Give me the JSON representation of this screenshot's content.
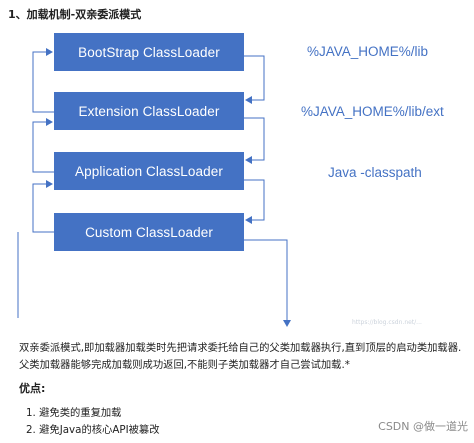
{
  "heading": "1、加载机制-双亲委派模式",
  "boxes": [
    {
      "label": "BootStrap ClassLoader",
      "path": "%JAVA_HOME%/lib"
    },
    {
      "label": "Extension ClassLoader",
      "path": "%JAVA_HOME%/lib/ext"
    },
    {
      "label": "Application ClassLoader",
      "path": "Java -classpath"
    },
    {
      "label": "Custom ClassLoader",
      "path": ""
    }
  ],
  "colors": {
    "box": "#4472c4",
    "path_text": "#4472c4",
    "arrow": "#4472c4"
  },
  "description": [
    "双亲委派模式,即加载器加载类时先把请求委托给自己的父类加载器执行,直到顶层的启动类加载器.",
    "父类加载器能够完成加载则成功返回,不能则子类加载器才自己尝试加载.*"
  ],
  "advantages_title": "优点:",
  "advantages": [
    "1. 避免类的重复加载",
    "2. 避免Java的核心API被篡改"
  ],
  "watermark": "https://blog.csdn.net/...",
  "footer": "CSDN @做一道光"
}
